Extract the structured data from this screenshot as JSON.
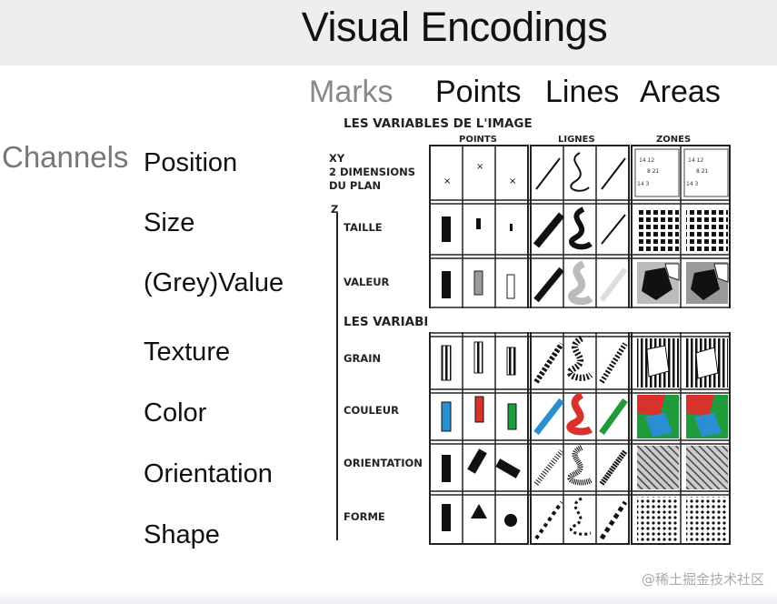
{
  "title": "Visual Encodings",
  "marks": {
    "label": "Marks",
    "points": "Points",
    "lines": "Lines",
    "areas": "Areas"
  },
  "channels": {
    "label": "Channels",
    "items": [
      "Position",
      "Size",
      "(Grey)Value",
      "Texture",
      "Color",
      "Orientation",
      "Shape"
    ]
  },
  "figure": {
    "section1": "LES VARIABLES DE L'IMAGE",
    "section2": "LES VARIABLES DE SÉPARATION DES IMAGES",
    "col_points": "POINTS",
    "col_lignes": "LIGNES",
    "col_zones": "ZONES",
    "xy_line1": "XY",
    "xy_line2": "2 DIMENSIONS",
    "xy_line3": "DU PLAN",
    "z_label": "Z",
    "rows": [
      "TAILLE",
      "VALEUR",
      "GRAIN",
      "COULEUR",
      "ORIENTATION",
      "FORME"
    ]
  },
  "colors": {
    "blue": "#2a8fd0",
    "red": "#d8322c",
    "green": "#1f9a3c"
  },
  "watermark": "@稀土掘金技术社区"
}
